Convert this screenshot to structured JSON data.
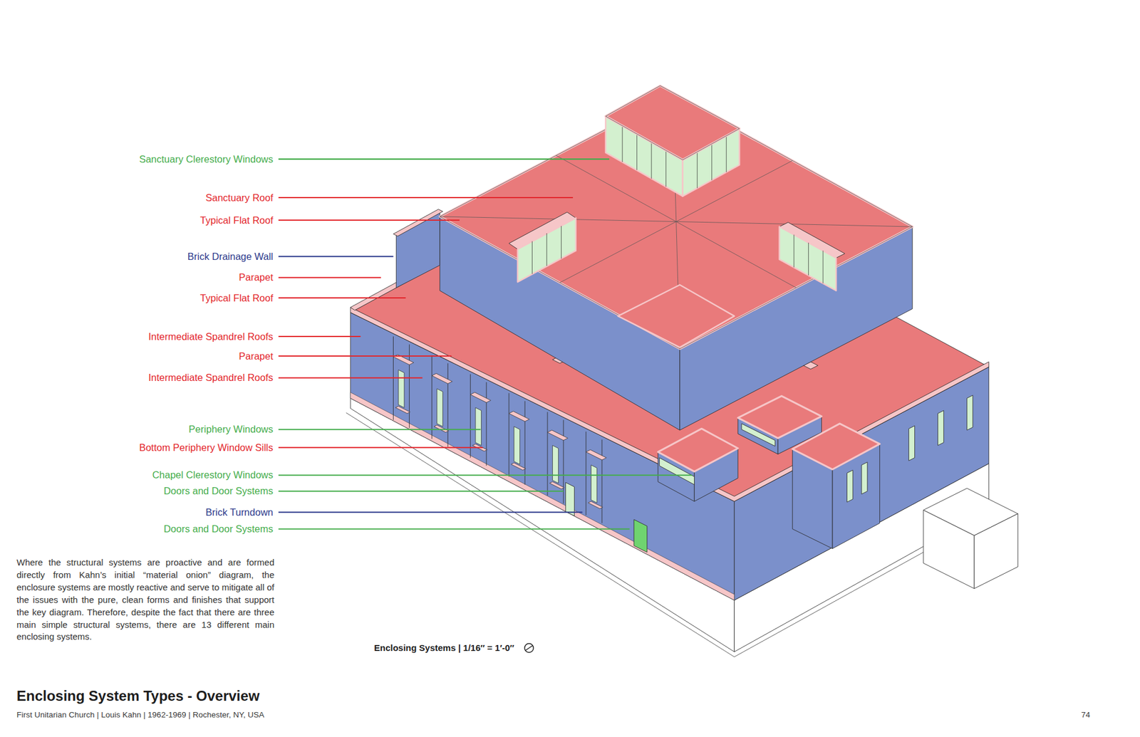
{
  "diagram": {
    "title": "Enclosing System Types - Overview",
    "caption": "First Unitarian Church | Louis Kahn | 1962-1969 | Rochester, NY, USA",
    "labels": [
      "Sanctuary Clerestory Windows",
      "Sanctuary Roof",
      "Typical Flat Roof",
      "Brick Drainage Wall",
      "Parapet",
      "Typical Flat Roof",
      "Intermediate Spandrel Roofs",
      "Parapet",
      "Intermediate Spandrel Roofs",
      "Periphery Windows",
      "Bottom Periphery Window Sills",
      "Chapel Clerestory Windows",
      "Doors and Door Systems",
      "Brick Turndown",
      "Doors and Door Systems",
      "Where the structural systems are proactive and are formed directly from Kahn’s initial “material onion” diagram, the enclosure systems are mostly reactive and serve to mitigate all of the issues with the pure, clean forms and finishes that support the key diagram. Therefore, despite the fact that there are three main simple structural systems, there are 13 different main enclosing systems.",
      "Enclosing Systems | 1/16″ = 1′-0″",
      "74"
    ]
  }
}
